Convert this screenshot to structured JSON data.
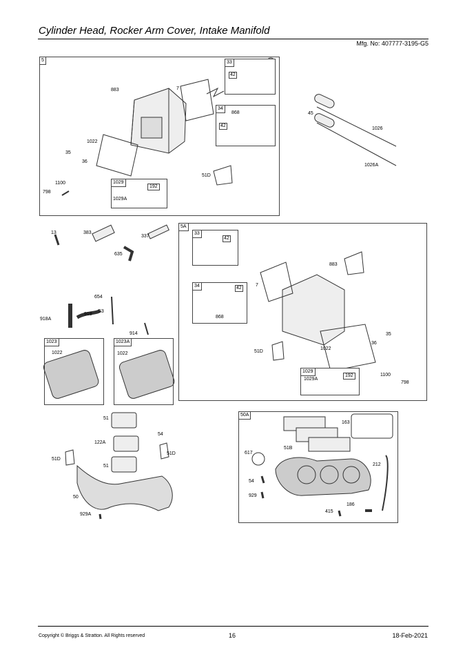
{
  "header": {
    "title": "Cylinder Head, Rocker Arm Cover, Intake Manifold",
    "mfg": "Mfg. No: 407777-3195-G5"
  },
  "groups": {
    "g5": {
      "tag": "5",
      "sub33": "33",
      "sub34": "34",
      "sub1029": "1029"
    },
    "g5a": {
      "tag": "5A",
      "sub33": "33",
      "sub34": "34",
      "sub1029": "1029"
    },
    "g1023": {
      "tag": "1023"
    },
    "g1023a": {
      "tag": "1023A"
    },
    "g50a": {
      "tag": "50A"
    }
  },
  "labels": {
    "l883a": "883",
    "l7a": "7",
    "l42a": "42",
    "l868a": "868",
    "l42b": "42",
    "l1022a": "1022",
    "l35a": "35",
    "l36a": "36",
    "l51Da": "51D",
    "l1100a": "1100",
    "l798a": "798",
    "l192a": "192",
    "l1029Aa": "1029A",
    "l45": "45",
    "l1026": "1026",
    "l1026A": "1026A",
    "l13": "13",
    "l383": "383",
    "l337": "337",
    "l635": "635",
    "l654": "654",
    "l53": "53",
    "l918A": "918A",
    "l918": "918",
    "l914": "914",
    "l1022b": "1022",
    "l1022c": "1022",
    "l42c": "42",
    "l42d": "42",
    "l883b": "883",
    "l7b": "7",
    "l868b": "868",
    "l1022d": "1022",
    "l51Db": "51D",
    "l35b": "35",
    "l36b": "36",
    "l1100b": "1100",
    "l798b": "798",
    "l1029Ab": "1029A",
    "l192b": "192",
    "l51a": "51",
    "l54a": "54",
    "l122A": "122A",
    "l51Dc": "51D",
    "l51Dd": "51D",
    "l51b": "51",
    "l50": "50",
    "l929A": "929A",
    "l163": "163",
    "l617": "617",
    "l51B": "51B",
    "l212": "212",
    "l54b": "54",
    "l929": "929",
    "l186": "186",
    "l415": "415"
  },
  "footer": {
    "copyright": "Copyright ©  Briggs & Stratton. All Rights reserved",
    "page": "16",
    "date": "18-Feb-2021"
  }
}
